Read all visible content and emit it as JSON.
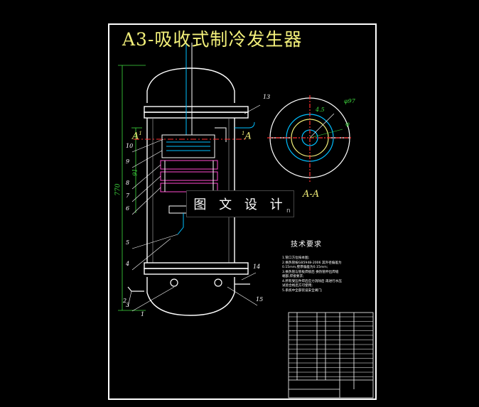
{
  "title": "A3-吸收式制冷发生器",
  "watermark": {
    "text": "图 文 设 计",
    "sub": "n"
  },
  "section_marks": {
    "left": "A",
    "right": "A",
    "section_label": "A-A",
    "left_sup": "1",
    "right_sup": "1"
  },
  "dims": {
    "height": "770",
    "inner": "91",
    "d1": "φ97",
    "d2": "4.5",
    "d3": "φ"
  },
  "callouts": [
    "13",
    "10",
    "9",
    "8",
    "7",
    "6",
    "5",
    "4",
    "3",
    "2",
    "1",
    "14",
    "15"
  ],
  "tech": {
    "heading": "技术要求",
    "lines": [
      "1.管口方位按本图;",
      "2.换热管按GB5948-2006  其外径偏差为",
      "0.15mm,壁厚偏差为0.15mm;",
      "3.换热管与管板焊接后  换热管伸出焊缝",
      "端部,焊接要求;",
      "4.所有受压件焊后应力消除后  再进行水压",
      "试验合格后方可使用;",
      "5.系统中全部装设安全阀门;"
    ]
  },
  "colors": {
    "frame": "#ffffff",
    "title": "#f3f07a",
    "pipe": "#00bfff",
    "section": "#ff3030",
    "dim": "#3fdc3f"
  }
}
